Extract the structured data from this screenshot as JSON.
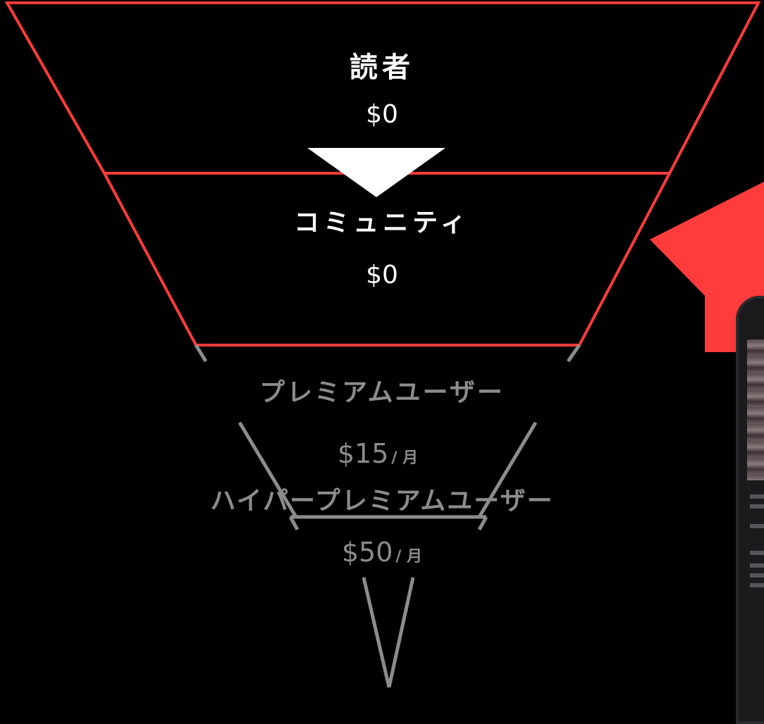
{
  "tiers": [
    {
      "name": "読者",
      "price": "$0",
      "unit": "",
      "highlighted": true
    },
    {
      "name": "コミュニティ",
      "price": "$0",
      "unit": "",
      "highlighted": true
    },
    {
      "name": "プレミアムユーザー",
      "price": "$15",
      "unit": "/ 月",
      "highlighted": false
    },
    {
      "name": "ハイパープレミアムユーザー",
      "price": "$50",
      "unit": "/ 月",
      "highlighted": false
    }
  ],
  "colors": {
    "background": "#000000",
    "accent": "#ff3b3b",
    "highlight_text": "#ffffff",
    "muted": "#8c8c8c"
  }
}
